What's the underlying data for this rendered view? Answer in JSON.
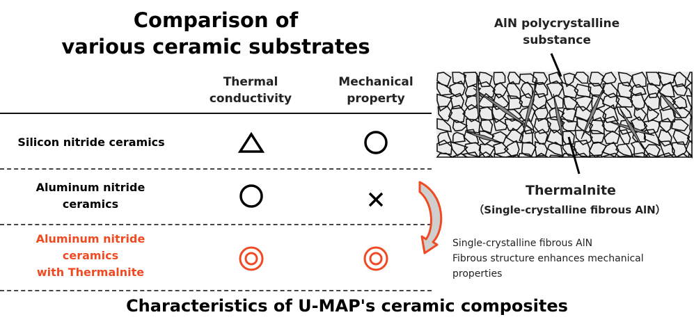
{
  "title": {
    "line1": "Comparison of",
    "line2": "various ceramic substrates"
  },
  "columns": {
    "thermal": [
      "Thermal",
      "conductivity"
    ],
    "mechanical": [
      "Mechanical",
      "property"
    ]
  },
  "rows": [
    {
      "label": [
        "Silicon nitride ceramics"
      ],
      "thermal": "triangle",
      "mechanical": "circle"
    },
    {
      "label": [
        "Aluminum nitride",
        "ceramics"
      ],
      "thermal": "circle",
      "mechanical": "cross"
    },
    {
      "label": [
        "Aluminum nitride",
        "ceramics",
        "with Thermalnite"
      ],
      "thermal": "double-circle",
      "mechanical": "double-circle"
    }
  ],
  "figure": {
    "top_label": [
      "AlN polycrystalline",
      "substance"
    ],
    "bottom_label": "Thermalnite",
    "bottom_sublabel": "（Single-crystalline fibrous AlN）"
  },
  "description": [
    "Single-crystalline fibrous AlN",
    "Fibrous structure enhances mechanical",
    "properties"
  ],
  "caption": "Characteristics of U-MAP's ceramic composites",
  "colors": {
    "accent": "#f04a23",
    "grain_fill": "#ececec",
    "fiber": "#888888"
  }
}
